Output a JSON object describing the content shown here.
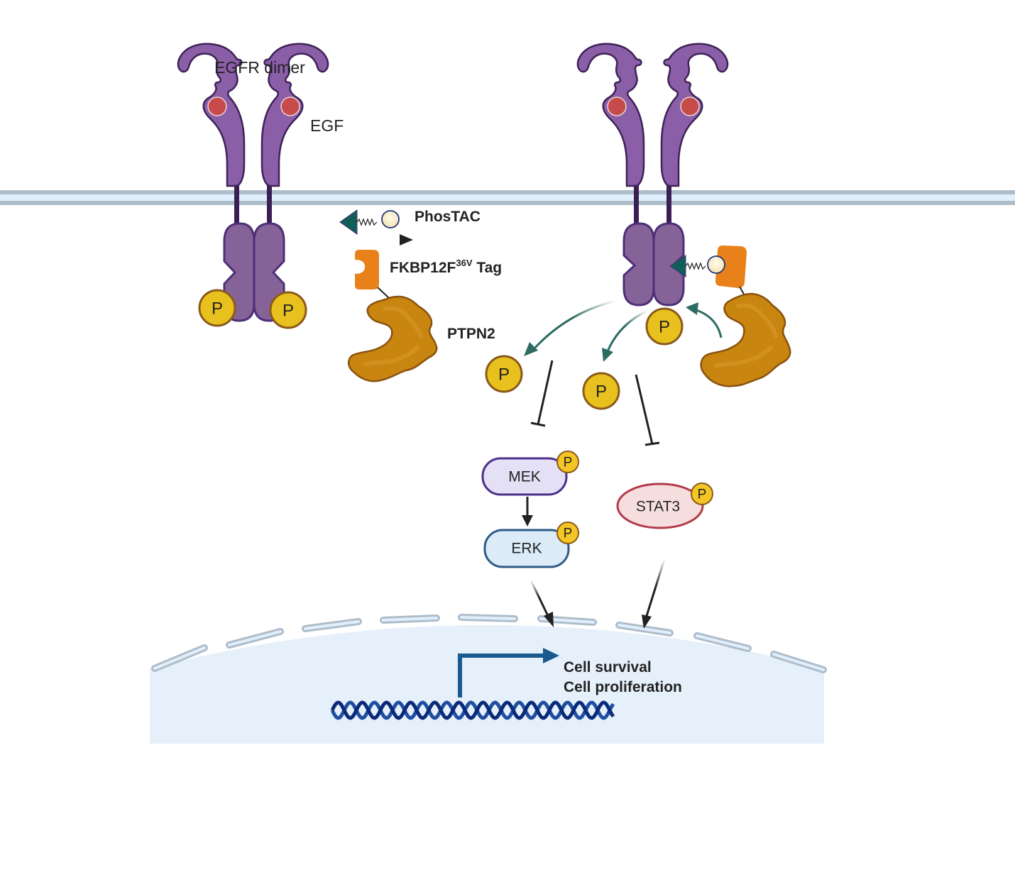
{
  "title": "PhosTAC-mediated dephosphorylation of EGFR by PTPN2",
  "labels": {
    "egfr_dimer": "EGFR dimer",
    "egf": "EGF",
    "phostac": "PhosTAC",
    "fkbp_tag_main": "FKBP12F",
    "fkbp_tag_sup": "36V",
    "fkbp_tag_suffix": " Tag",
    "ptpn2": "PTPN2",
    "phospho": "P",
    "mek": "MEK",
    "erk": "ERK",
    "stat3": "STAT3",
    "outcome_1": "Cell survival",
    "outcome_2": "Cell proliferation"
  },
  "colors": {
    "receptor": "#8b5ea8",
    "receptor_stroke": "#3e2356",
    "kinase": "#856399",
    "kinase_stroke": "#4e2f78",
    "ligand": "#c84b4b",
    "phospho_fill": "#e8c11e",
    "phospho_stroke": "#8a5a1a",
    "tag": "#e8811a",
    "phosphatase": "#c8850f",
    "phosphatase_stroke": "#8a5210",
    "warhead": "#0f5e58",
    "teal_arrow": "#2b6b62",
    "membrane_outer": "#aebdca",
    "membrane_inner": "#e1effc",
    "nucleus": "#e6f0fb",
    "mek_fill": "#e4e0f5",
    "mek_stroke": "#4b2f8a",
    "erk_fill": "#dcebf8",
    "erk_stroke": "#2d5b88",
    "stat3_fill": "#f7dede",
    "stat3_stroke": "#b23a4a",
    "dna_dark": "#0b2a7a",
    "dna_light": "#1e4fa0",
    "promoter_arrow": "#1a5a8e"
  }
}
